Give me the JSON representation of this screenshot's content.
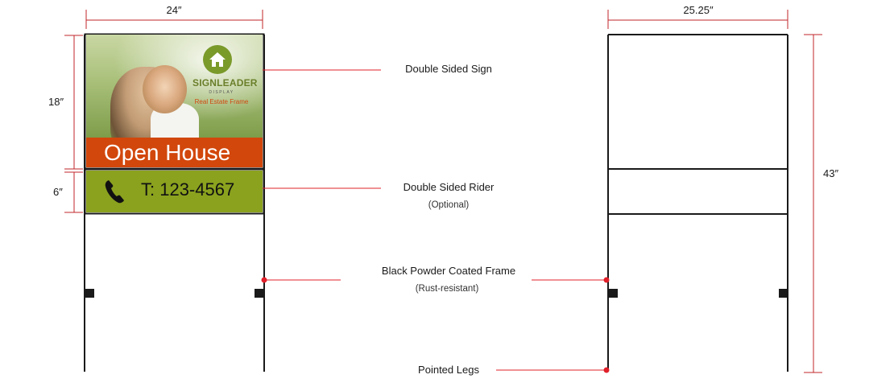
{
  "dimensions": {
    "sign_width": "24″",
    "frame_width": "25.25″",
    "sign_height": "18″",
    "rider_height": "6″",
    "frame_height": "43″"
  },
  "sign": {
    "brand_name": "SIGNLEADER",
    "brand_sub": "DISPLAY",
    "brand_tagline": "Real Estate Frame",
    "headline": "Open House",
    "rider_text": "T:  123-4567"
  },
  "callouts": {
    "sign": "Double Sided Sign",
    "rider": "Double Sided Rider",
    "rider_note": "(Optional)",
    "frame": "Black Powder Coated Frame",
    "frame_note": "(Rust-resistant)",
    "legs": "Pointed Legs"
  },
  "icons": [
    "house-icon",
    "phone-icon"
  ],
  "colors": {
    "dimension_line": "#c0262a",
    "callout_dot": "#e0202a",
    "frame": "#1a1a1a",
    "headline_bar": "#d2470c",
    "rider_panel": "#8aa21e",
    "logo_green": "#7a9a2a"
  }
}
